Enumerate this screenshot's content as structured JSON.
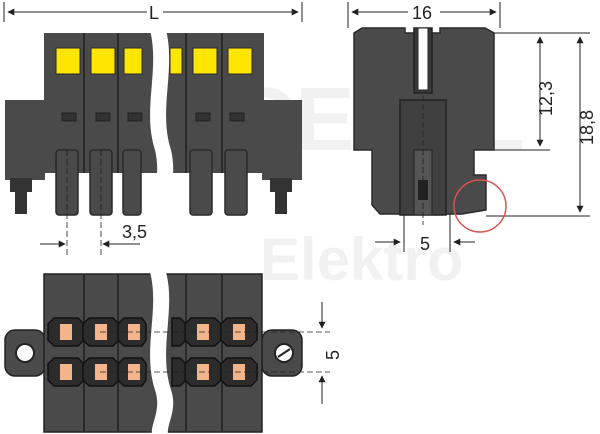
{
  "dimensions": {
    "overall_length": "L",
    "width": "16",
    "height_upper": "12,3",
    "height_total": "18,8",
    "pitch_front": "3,5",
    "offset_side": "5",
    "row_spacing": "5"
  },
  "watermark": {
    "line1": "CEU..L",
    "line2": "Elektro"
  },
  "colors": {
    "body": "#4a4a4a",
    "body_dark": "#2f2f2f",
    "latch": "#ffe600",
    "contact": "#f2b48a",
    "highlight_circle": "#d9534f"
  }
}
